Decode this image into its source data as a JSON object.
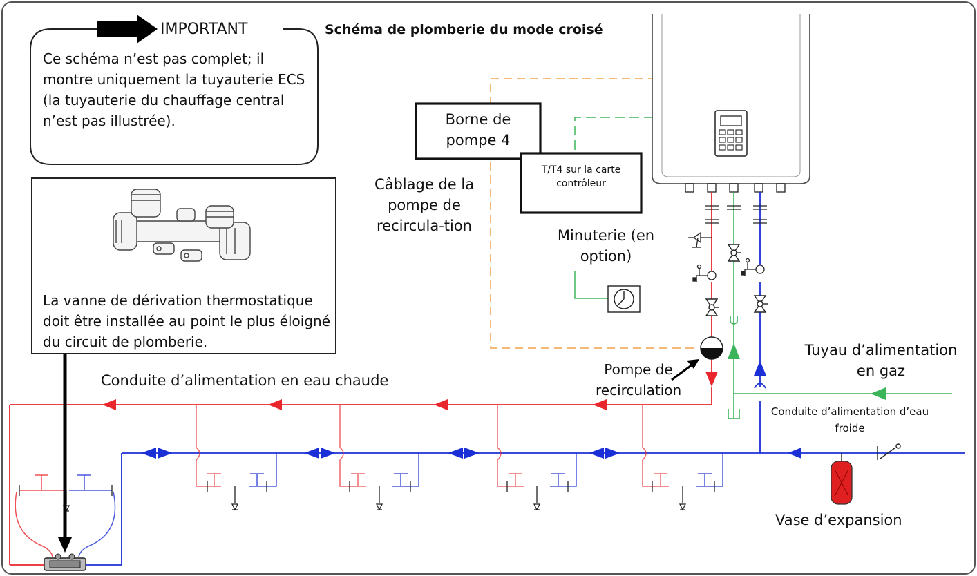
{
  "title": "Schéma de plomberie du mode croisé",
  "important": {
    "heading": "IMPORTANT",
    "text": "Ce schéma n’est pas complet; il montre uniquement la tuyauterie ECS (la tuyauterie du chauffage central n’est pas illustrée)."
  },
  "bypass_valve": {
    "text": "La vanne de dérivation thermostatique doit être installée au point le plus éloigné du circuit de plomberie."
  },
  "labels": {
    "borne": "Borne de pompe 4",
    "t_t4": "T/T4 sur la carte contrôleur",
    "cablage": "Câblage de la pompe de recircula-tion",
    "minuterie": "Minuterie (en option)",
    "pompe": "Pompe de recirculation",
    "gaz": "Tuyau d’alimentation en gaz",
    "eau_chaude": "Conduite d’alimentation en eau chaude",
    "eau_froide": "Conduite d’alimentation d’eau froide",
    "vase": "Vase d’expansion"
  },
  "colors": {
    "hot": "#e8262b",
    "cold": "#1b2fd6",
    "gas": "#3cb55a",
    "wiring": "#f0a14a",
    "frame": "#555555"
  }
}
